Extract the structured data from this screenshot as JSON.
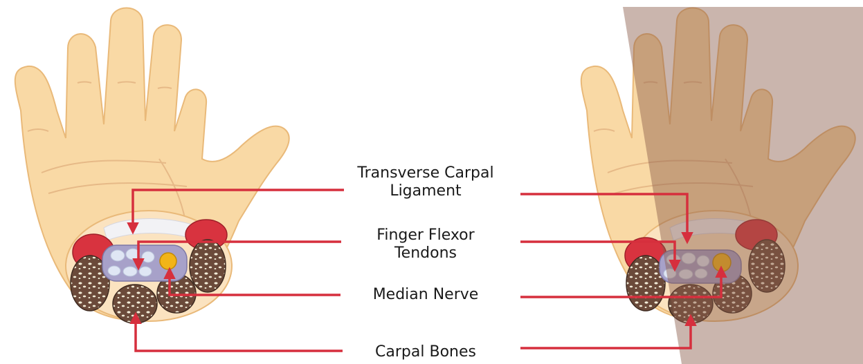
{
  "labels": {
    "transverse_carpal_ligament": {
      "line1": "Transverse Carpal",
      "line2": "Ligament"
    },
    "finger_flexor_tendons": {
      "line1": "Finger Flexor",
      "line2": "Tendons"
    },
    "median_nerve": "Median Nerve",
    "carpal_bones": "Carpal Bones"
  },
  "colors": {
    "skin": "#f9d9a5",
    "skin_outline": "#e9b979",
    "shade_overlay": "#8a5a4a",
    "arrow": "#d62f3d",
    "muscle": "#d8333f",
    "bone_fill": "#6b4a3a",
    "bone_spots": "#f2ecd8",
    "tunnel": "#a7a1c9",
    "tendon": "#dfe6f4",
    "nerve": "#f2b418",
    "ligament": "#f2f2f5"
  },
  "icons": [
    "left-hand-illustration",
    "right-hand-illustration"
  ]
}
